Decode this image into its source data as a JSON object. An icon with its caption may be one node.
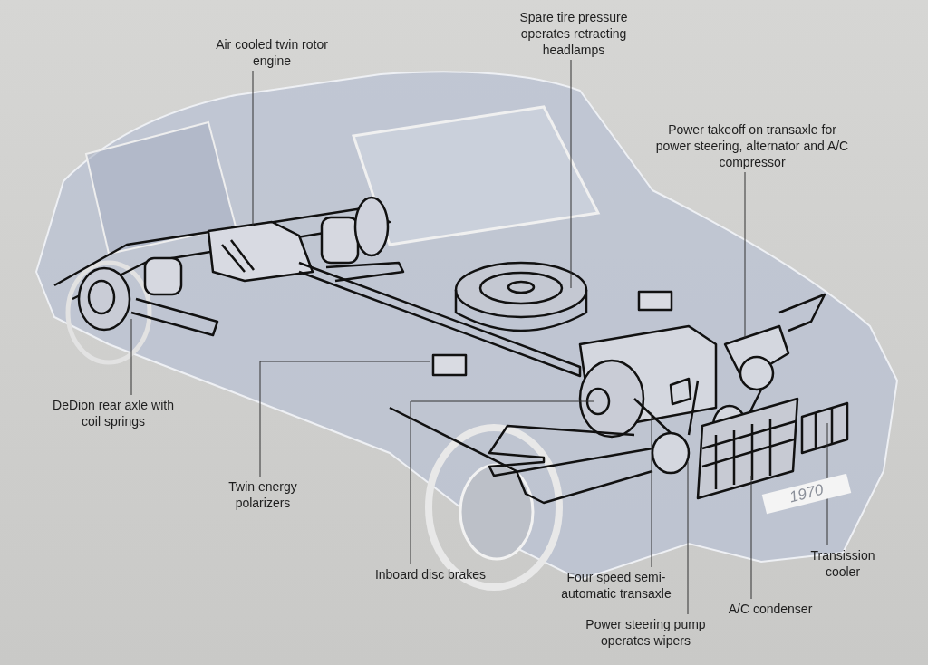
{
  "diagram": {
    "nodes": [
      {
        "text": [
          "Spare tire pressure operates retracting headlamps"
        ]
      },
      {
        "text": [
          "Air cooled twin rotor engine"
        ]
      },
      {
        "text": [
          "Power takeoff on transaxle for power steering, alternator and A/C compressor"
        ]
      },
      {
        "text": [
          "DeDion rear axle with coil springs"
        ]
      },
      {
        "text": [
          "Twin energy polarizers"
        ]
      },
      {
        "text": [
          "Inboard disc brakes"
        ]
      },
      {
        "text": [
          "Transission cooler"
        ]
      },
      {
        "text": [
          "Four speed semi-automatic transaxle"
        ]
      },
      {
        "text": [
          "A/C condenser"
        ]
      },
      {
        "text": [
          "Power steering pump operates wipers"
        ]
      }
    ],
    "edges": [
      {
        "from": 0,
        "to": null,
        "arrow": "none"
      },
      {
        "from": 1,
        "to": null,
        "arrow": "none"
      },
      {
        "from": 2,
        "to": null,
        "arrow": "none"
      },
      {
        "from": 3,
        "to": null,
        "arrow": "none"
      },
      {
        "from": 4,
        "to": null,
        "arrow": "none"
      },
      {
        "from": 5,
        "to": null,
        "arrow": "none"
      },
      {
        "from": 6,
        "to": null,
        "arrow": "none"
      },
      {
        "from": 7,
        "to": null,
        "arrow": "none"
      },
      {
        "from": 8,
        "to": null,
        "arrow": "none"
      },
      {
        "from": 9,
        "to": null,
        "arrow": "none"
      }
    ],
    "labels": [
      "1970"
    ]
  }
}
